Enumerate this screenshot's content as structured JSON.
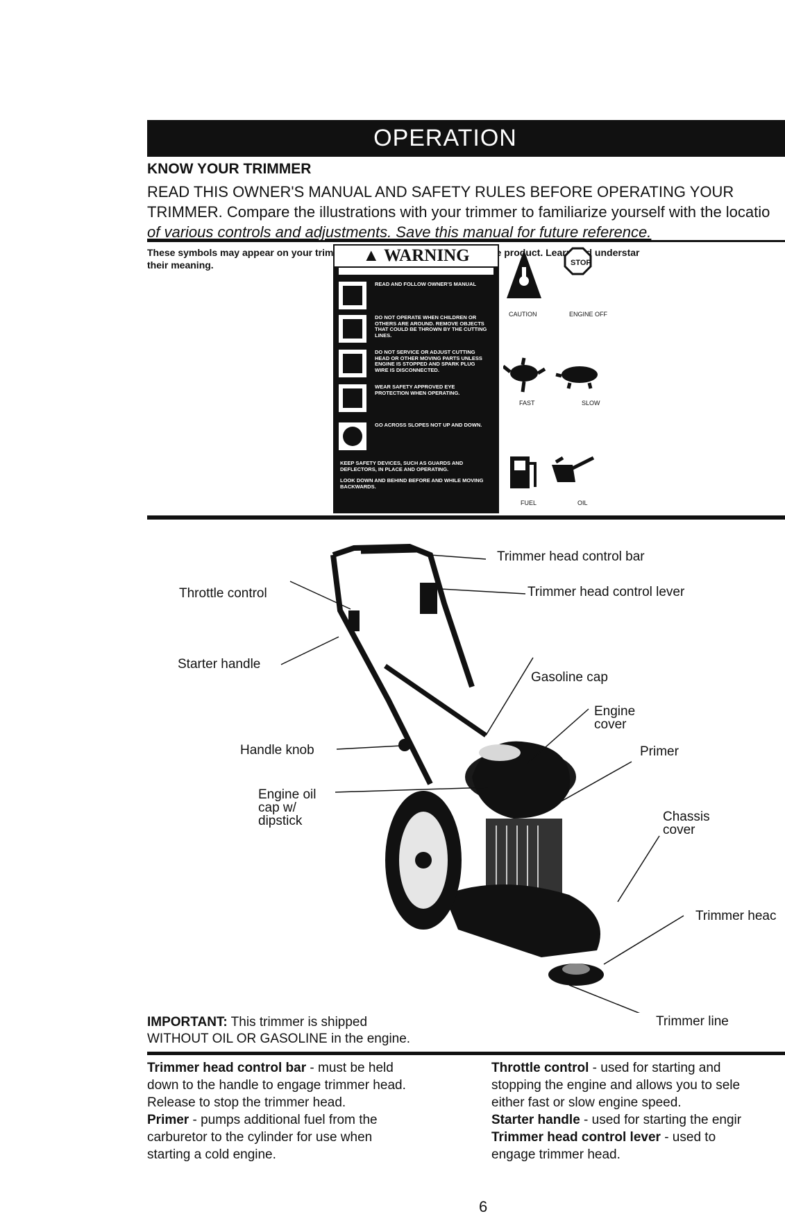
{
  "banner_title": "OPERATION",
  "section_heading": "KNOW YOUR TRIMMER",
  "intro_lines": [
    "READ THIS OWNER'S MANUAL AND SAFETY RULES BEFORE OPERATING YOUR",
    "TRIMMER.  Compare the illustrations with your trimmer to familiarize yourself with the locatio",
    "of various controls and adjustments.  Save this manual for future reference."
  ],
  "symbols_note": [
    "These symbols may appear on your trimmer or in literature supplied with the product. Learn and understar",
    "their meaning."
  ],
  "warning_label": {
    "title": "WARNING",
    "items": [
      "READ AND FOLLOW OWNER'S MANUAL",
      "DO NOT OPERATE WHEN CHILDREN OR OTHERS ARE AROUND. REMOVE OBJECTS THAT COULD BE THROWN BY THE CUTTING LINES.",
      "DO NOT SERVICE OR ADJUST CUTTING HEAD OR OTHER MOVING PARTS UNLESS ENGINE IS STOPPED AND SPARK PLUG WIRE IS DISCONNECTED.",
      "WEAR SAFETY APPROVED EYE PROTECTION WHEN OPERATING.",
      "GO ACROSS SLOPES NOT UP AND DOWN.",
      "KEEP SAFETY DEVICES, SUCH AS GUARDS AND DEFLECTORS, IN PLACE AND OPERATING.",
      "LOOK DOWN AND BEHIND BEFORE AND WHILE MOVING BACKWARDS."
    ]
  },
  "symbols": {
    "caution": "CAUTION",
    "engine_off": "ENGINE OFF",
    "stop_text": "STOP",
    "fast": "FAST",
    "slow": "SLOW",
    "fuel": "FUEL",
    "oil": "OIL"
  },
  "callouts": {
    "control_bar": "Trimmer head control bar",
    "throttle": "Throttle control",
    "control_lever": "Trimmer head control lever",
    "starter": "Starter handle",
    "gas_cap": "Gasoline cap",
    "engine_cover_1": "Engine",
    "engine_cover_2": "cover",
    "handle_knob": "Handle knob",
    "primer": "Primer",
    "oil_cap_1": "Engine oil",
    "oil_cap_2": "cap w/",
    "oil_cap_3": "dipstick",
    "chassis_1": "Chassis",
    "chassis_2": "cover",
    "trimmer_head": "Trimmer heac",
    "trimmer_line": "Trimmer line"
  },
  "important": {
    "label": "IMPORTANT:",
    "line1": " This trimmer is shipped",
    "line2": "WITHOUT OIL OR GASOLINE in the engine."
  },
  "left_col": {
    "term1": "Trimmer head control bar",
    "def1a": " - must  be held",
    "def1b": "down to the handle to engage trimmer head.",
    "def1c": "Release to stop the trimmer head.",
    "term2": "Primer",
    "def2a": " - pumps additional fuel from the",
    "def2b": "carburetor to the cylinder for use when",
    "def2c": "starting a cold engine."
  },
  "right_col": {
    "term1": "Throttle control",
    "def1a": " - used for starting and",
    "def1b": "stopping the engine and allows you to sele",
    "def1c": "either fast or slow engine speed.",
    "term2": "Starter handle",
    "def2a": " - used for starting the engir",
    "term3": "Trimmer head control lever",
    "def3a": " - used to",
    "def3b": "engage trimmer head."
  },
  "page_number": "6"
}
